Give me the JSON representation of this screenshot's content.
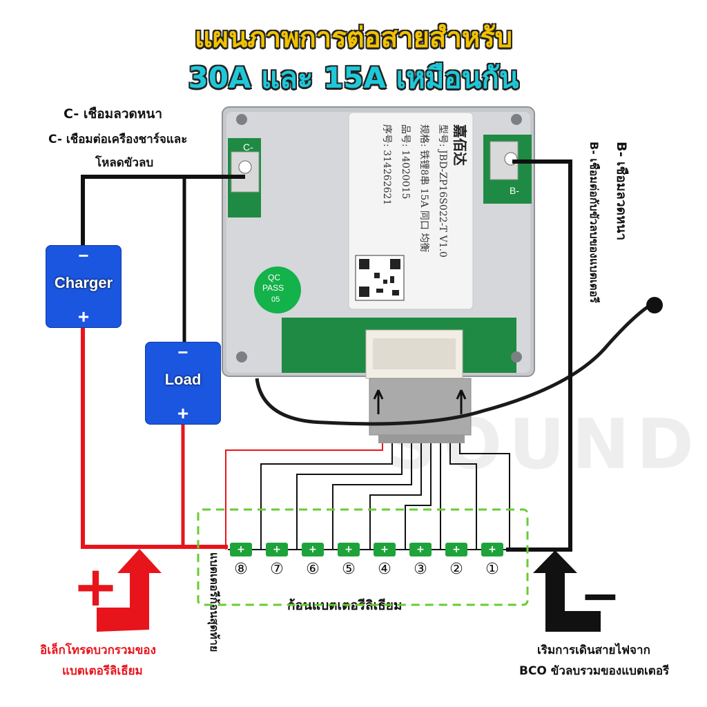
{
  "title": {
    "line1": "แผนภาพการต่อสายสำหรับ",
    "line2": "30A และ 15A เหมือนกัน"
  },
  "labels": {
    "c_minus_thick": "C- เชือมลวดหนา",
    "c_minus_connect_1": "C- เชือมต่อเครืองชาร์จและ",
    "c_minus_connect_2": "โหลดขัวลบ",
    "b_minus_thick": "B- เชือมลวดหนา",
    "b_minus_connect": "B- เชือมต่อกับขัวลบของแบตเตอรี",
    "last_cell": "แบตเตอรีก้อนสุดท้าย",
    "cell_group": "ก้อนแบตเตอรีลิเธียม",
    "positive_1": "อิเล็กโทรดบวกรวมของ",
    "positive_2": "แบตเตอรีลิเธียม",
    "start_1": "เริมการเดินสายไฟจาก",
    "start_2": "BCO ขัวลบรวมของแบตเตอรี"
  },
  "charger": {
    "name": "Charger",
    "minus": "−",
    "plus": "+"
  },
  "load": {
    "name": "Load",
    "minus": "−",
    "plus": "+"
  },
  "cells": [
    "⑧",
    "⑦",
    "⑥",
    "⑤",
    "④",
    "③",
    "②",
    "①"
  ],
  "cell_sign": "+",
  "big_plus": "+",
  "big_minus": "−",
  "board": {
    "model": "型号: JBD-ZP16S022-T V1.0",
    "spec": "规格: 铁锂8串 15A 同口 均衡",
    "part": "品号: 14020015",
    "serial": "序号: 314262621",
    "brand": "嘉佰达",
    "qc_1": "QC",
    "qc_2": "PASS",
    "qc_3": "05",
    "pad_c": "C-",
    "pad_b": "B-"
  },
  "watermark": "SOUND",
  "colors": {
    "wire_red": "#e8141c",
    "wire_black": "#111111",
    "box_blue": "#1b56e0",
    "cell_green": "#1ea33a",
    "dashed_green": "#66cc33",
    "title_yellow": "#f2c200",
    "title_cyan": "#1fc8d8"
  }
}
